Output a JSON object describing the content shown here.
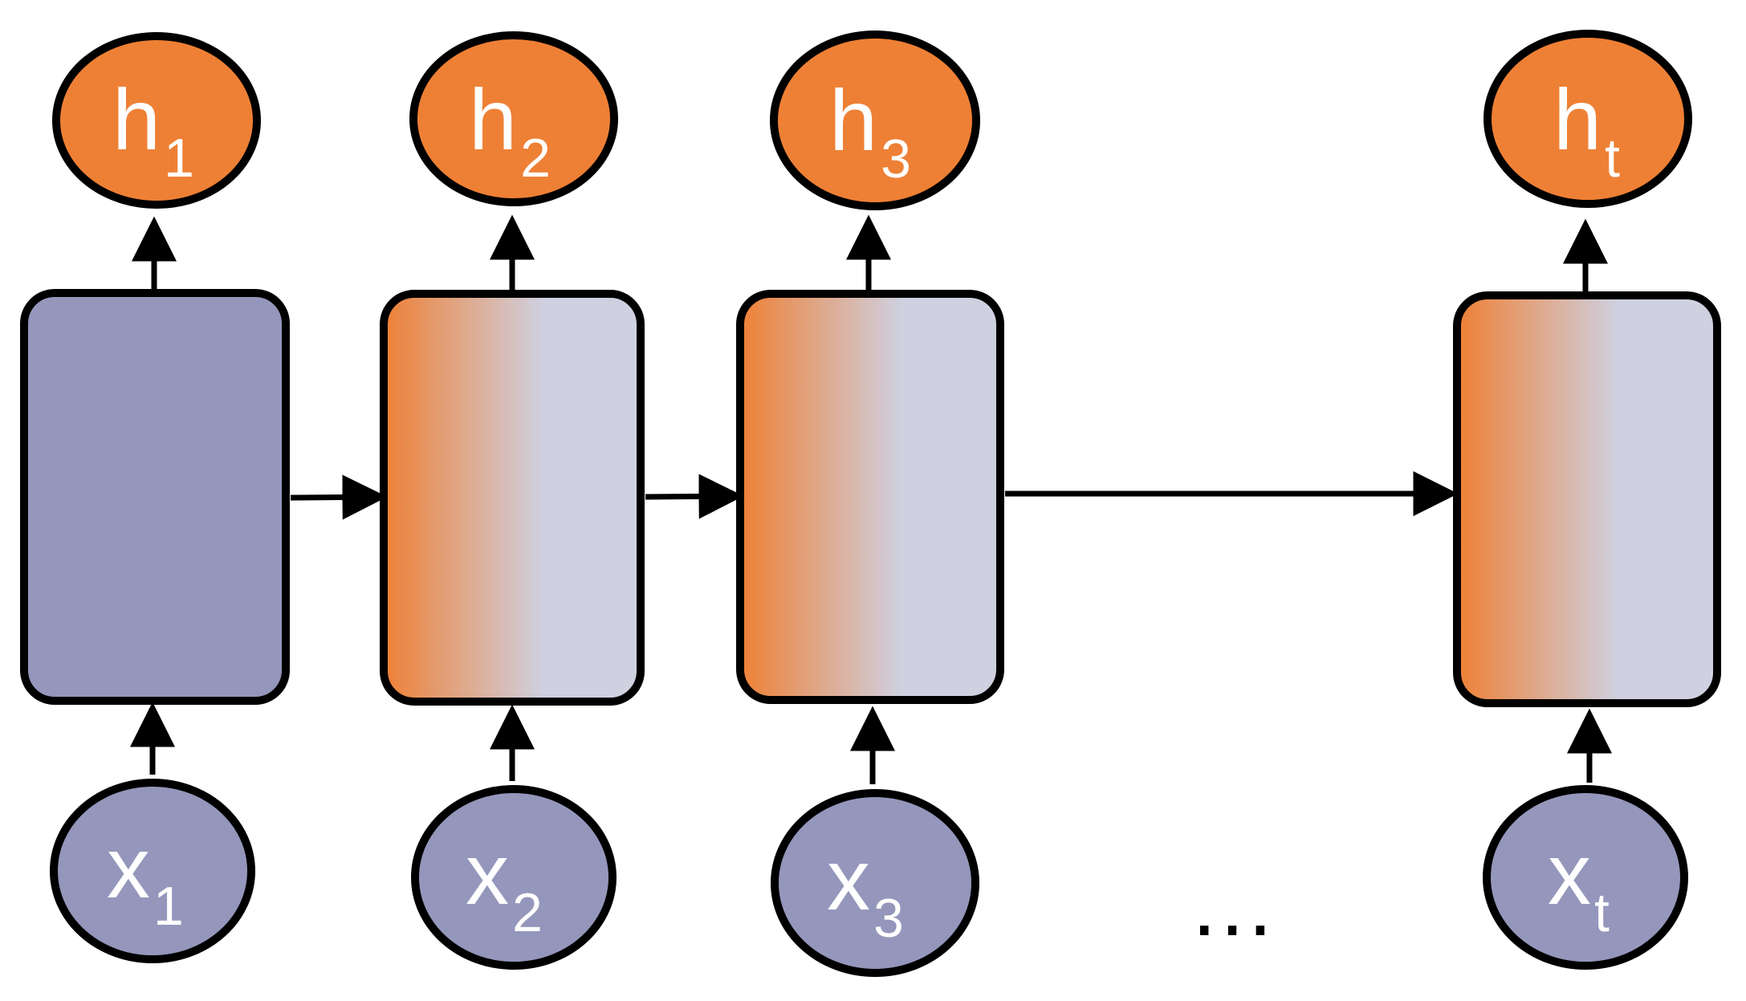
{
  "colors": {
    "hidden_fill": "#EE8035",
    "input_fill": "#9497BB",
    "first_cell_fill": "#9497BB",
    "cell_gradient_start": "#EE8035",
    "cell_gradient_end": "#CFD0E0",
    "stroke": "#000000",
    "label": "#FFFFFF"
  },
  "hidden_states": [
    {
      "base": "h",
      "sub": "1"
    },
    {
      "base": "h",
      "sub": "2"
    },
    {
      "base": "h",
      "sub": "3"
    },
    {
      "base": "h",
      "sub": "t"
    }
  ],
  "inputs": [
    {
      "base": "x",
      "sub": "1"
    },
    {
      "base": "x",
      "sub": "2"
    },
    {
      "base": "x",
      "sub": "3"
    },
    {
      "base": "x",
      "sub": "t"
    }
  ],
  "cells": [
    {
      "style": "solid"
    },
    {
      "style": "gradient"
    },
    {
      "style": "gradient"
    },
    {
      "style": "gradient"
    }
  ],
  "ellipsis": "…"
}
